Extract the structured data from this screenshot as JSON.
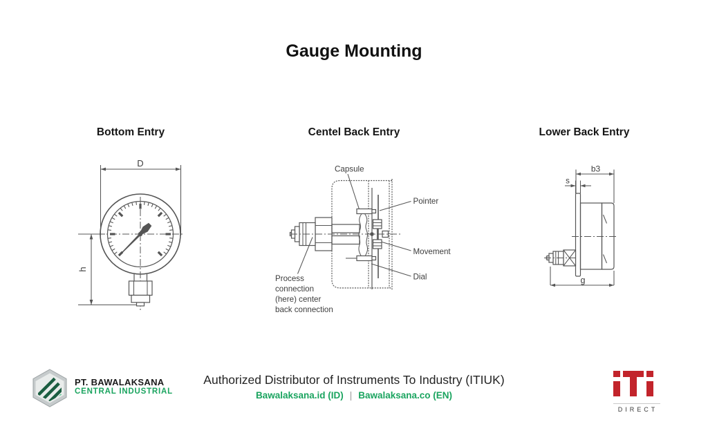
{
  "page": {
    "title": "Gauge Mounting"
  },
  "sections": {
    "bottom_entry": {
      "heading": "Bottom Entry",
      "dim_d": "D",
      "dim_h": "h"
    },
    "center_back_entry": {
      "heading": "Centel Back Entry",
      "labels": {
        "capsule": "Capsule",
        "pointer": "Pointer",
        "movement": "Movement",
        "dial": "Dial",
        "process_line1": "Process",
        "process_line2": "connection",
        "process_line3": "(here) center",
        "process_line4": "back connection"
      }
    },
    "lower_back_entry": {
      "heading": "Lower Back Entry",
      "dim_b3": "b3",
      "dim_s": "s",
      "dim_g": "g"
    }
  },
  "footer": {
    "company_name": "PT. BAWALAKSANA",
    "company_subtitle": "CENTRAL INDUSTRIAL",
    "company_logo_icon": "hexagon-monogram",
    "distributor_line": "Authorized Distributor of Instruments To Industry (ITIUK)",
    "link_id": "Bawalaksana.id (ID)",
    "link_separator": "|",
    "link_en": "Bawalaksana.co (EN)",
    "iti_logo_icon": "iti-red-blocks",
    "iti_direct": "DIRECT"
  },
  "colors": {
    "accent_green": "#1aa45f",
    "logo_green_dark": "#1b5e41",
    "logo_green_light": "#2fbd75",
    "iti_red": "#c2242b",
    "drawing_stroke": "#555555",
    "text_dark": "#1c1c1c"
  }
}
